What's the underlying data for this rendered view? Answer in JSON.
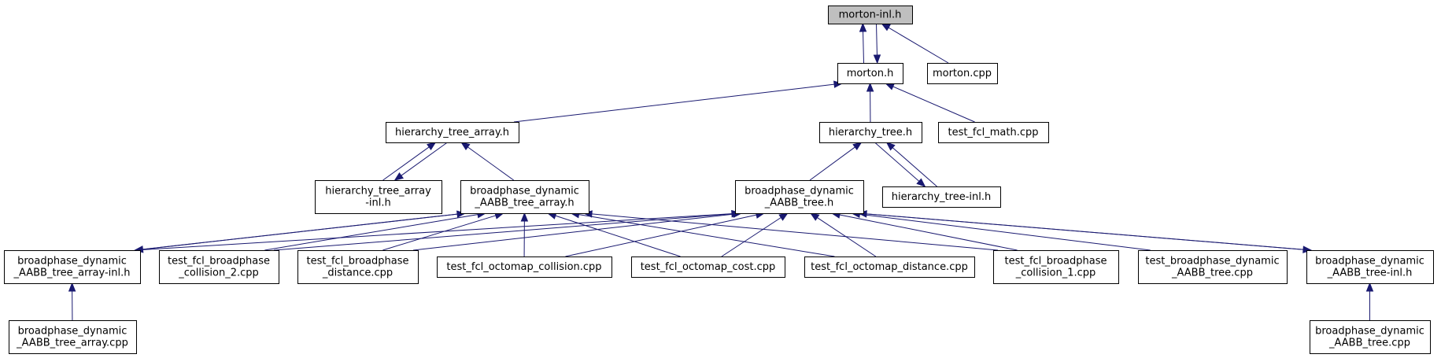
{
  "diagram": {
    "colors": {
      "edge": "#191970",
      "root_fill": "#bfbfbf",
      "node_fill": "#ffffff",
      "node_border": "#000000"
    },
    "nodes": [
      {
        "id": "morton_inl_h",
        "lines": [
          "morton-inl.h"
        ],
        "root": true
      },
      {
        "id": "morton_h",
        "lines": [
          "morton.h"
        ]
      },
      {
        "id": "morton_cpp",
        "lines": [
          "morton.cpp"
        ]
      },
      {
        "id": "hierarchy_tree_array_h",
        "lines": [
          "hierarchy_tree_array.h"
        ]
      },
      {
        "id": "hierarchy_tree_h",
        "lines": [
          "hierarchy_tree.h"
        ]
      },
      {
        "id": "test_fcl_math_cpp",
        "lines": [
          "test_fcl_math.cpp"
        ]
      },
      {
        "id": "hierarchy_tree_array_inl_h",
        "lines": [
          "hierarchy_tree_array",
          "-inl.h"
        ]
      },
      {
        "id": "broadphase_dynamic_AABB_tree_array_h",
        "lines": [
          "broadphase_dynamic",
          "_AABB_tree_array.h"
        ]
      },
      {
        "id": "broadphase_dynamic_AABB_tree_h",
        "lines": [
          "broadphase_dynamic",
          "_AABB_tree.h"
        ]
      },
      {
        "id": "hierarchy_tree_inl_h",
        "lines": [
          "hierarchy_tree-inl.h"
        ]
      },
      {
        "id": "broadphase_dynamic_AABB_tree_array_inl_h",
        "lines": [
          "broadphase_dynamic",
          "_AABB_tree_array-inl.h"
        ]
      },
      {
        "id": "test_fcl_broadphase_collision_2_cpp",
        "lines": [
          "test_fcl_broadphase",
          "_collision_2.cpp"
        ]
      },
      {
        "id": "test_fcl_broadphase_distance_cpp",
        "lines": [
          "test_fcl_broadphase",
          "_distance.cpp"
        ]
      },
      {
        "id": "test_fcl_octomap_collision_cpp",
        "lines": [
          "test_fcl_octomap_collision.cpp"
        ]
      },
      {
        "id": "test_fcl_octomap_cost_cpp",
        "lines": [
          "test_fcl_octomap_cost.cpp"
        ]
      },
      {
        "id": "test_fcl_octomap_distance_cpp",
        "lines": [
          "test_fcl_octomap_distance.cpp"
        ]
      },
      {
        "id": "test_fcl_broadphase_collision_1_cpp",
        "lines": [
          "test_fcl_broadphase",
          "_collision_1.cpp"
        ]
      },
      {
        "id": "test_broadphase_dynamic_AABB_tree_cpp",
        "lines": [
          "test_broadphase_dynamic",
          "_AABB_tree.cpp"
        ]
      },
      {
        "id": "broadphase_dynamic_AABB_tree_inl_h",
        "lines": [
          "broadphase_dynamic",
          "_AABB_tree-inl.h"
        ]
      },
      {
        "id": "broadphase_dynamic_AABB_tree_array_cpp",
        "lines": [
          "broadphase_dynamic",
          "_AABB_tree_array.cpp"
        ]
      },
      {
        "id": "broadphase_dynamic_AABB_tree_cpp",
        "lines": [
          "broadphase_dynamic",
          "_AABB_tree.cpp"
        ]
      }
    ],
    "edges": [
      {
        "from": "morton_h",
        "to": "morton_inl_h"
      },
      {
        "from": "morton_inl_h",
        "to": "morton_h"
      },
      {
        "from": "morton_cpp",
        "to": "morton_inl_h"
      },
      {
        "from": "hierarchy_tree_array_h",
        "to": "morton_h"
      },
      {
        "from": "hierarchy_tree_h",
        "to": "morton_h"
      },
      {
        "from": "test_fcl_math_cpp",
        "to": "morton_h"
      },
      {
        "from": "hierarchy_tree_array_inl_h",
        "to": "hierarchy_tree_array_h"
      },
      {
        "from": "hierarchy_tree_array_h",
        "to": "hierarchy_tree_array_inl_h"
      },
      {
        "from": "broadphase_dynamic_AABB_tree_array_h",
        "to": "hierarchy_tree_array_h"
      },
      {
        "from": "broadphase_dynamic_AABB_tree_h",
        "to": "hierarchy_tree_h"
      },
      {
        "from": "hierarchy_tree_inl_h",
        "to": "hierarchy_tree_h"
      },
      {
        "from": "hierarchy_tree_h",
        "to": "hierarchy_tree_inl_h"
      },
      {
        "from": "broadphase_dynamic_AABB_tree_array_inl_h",
        "to": "broadphase_dynamic_AABB_tree_array_h"
      },
      {
        "from": "broadphase_dynamic_AABB_tree_array_h",
        "to": "broadphase_dynamic_AABB_tree_array_inl_h"
      },
      {
        "from": "test_fcl_broadphase_collision_2_cpp",
        "to": "broadphase_dynamic_AABB_tree_array_h"
      },
      {
        "from": "test_fcl_broadphase_distance_cpp",
        "to": "broadphase_dynamic_AABB_tree_array_h"
      },
      {
        "from": "test_fcl_octomap_collision_cpp",
        "to": "broadphase_dynamic_AABB_tree_array_h"
      },
      {
        "from": "test_fcl_octomap_cost_cpp",
        "to": "broadphase_dynamic_AABB_tree_array_h"
      },
      {
        "from": "test_fcl_octomap_distance_cpp",
        "to": "broadphase_dynamic_AABB_tree_array_h"
      },
      {
        "from": "test_fcl_broadphase_collision_1_cpp",
        "to": "broadphase_dynamic_AABB_tree_array_h"
      },
      {
        "from": "broadphase_dynamic_AABB_tree_array_inl_h",
        "to": "broadphase_dynamic_AABB_tree_h"
      },
      {
        "from": "test_fcl_broadphase_collision_2_cpp",
        "to": "broadphase_dynamic_AABB_tree_h"
      },
      {
        "from": "test_fcl_broadphase_distance_cpp",
        "to": "broadphase_dynamic_AABB_tree_h"
      },
      {
        "from": "test_fcl_octomap_collision_cpp",
        "to": "broadphase_dynamic_AABB_tree_h"
      },
      {
        "from": "test_fcl_octomap_cost_cpp",
        "to": "broadphase_dynamic_AABB_tree_h"
      },
      {
        "from": "test_fcl_octomap_distance_cpp",
        "to": "broadphase_dynamic_AABB_tree_h"
      },
      {
        "from": "test_fcl_broadphase_collision_1_cpp",
        "to": "broadphase_dynamic_AABB_tree_h"
      },
      {
        "from": "test_broadphase_dynamic_AABB_tree_cpp",
        "to": "broadphase_dynamic_AABB_tree_h"
      },
      {
        "from": "broadphase_dynamic_AABB_tree_inl_h",
        "to": "broadphase_dynamic_AABB_tree_h"
      },
      {
        "from": "broadphase_dynamic_AABB_tree_h",
        "to": "broadphase_dynamic_AABB_tree_inl_h"
      },
      {
        "from": "broadphase_dynamic_AABB_tree_array_cpp",
        "to": "broadphase_dynamic_AABB_tree_array_inl_h"
      },
      {
        "from": "broadphase_dynamic_AABB_tree_cpp",
        "to": "broadphase_dynamic_AABB_tree_inl_h"
      }
    ]
  }
}
